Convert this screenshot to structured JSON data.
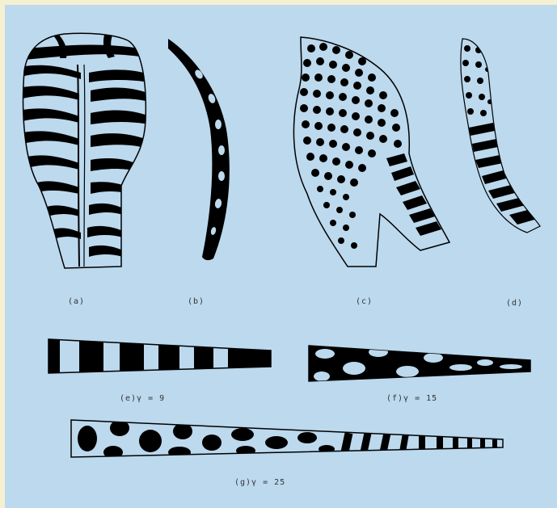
{
  "labels": {
    "a": "(a)",
    "b": "(b)",
    "c": "(c)",
    "d": "(d)",
    "e": "(e)γ = 9",
    "f": "(f)γ = 15",
    "g": "(g)γ = 25"
  },
  "colors": {
    "background": "#bcd9ee",
    "border": "#f6f0d2",
    "ink": "#000000"
  }
}
